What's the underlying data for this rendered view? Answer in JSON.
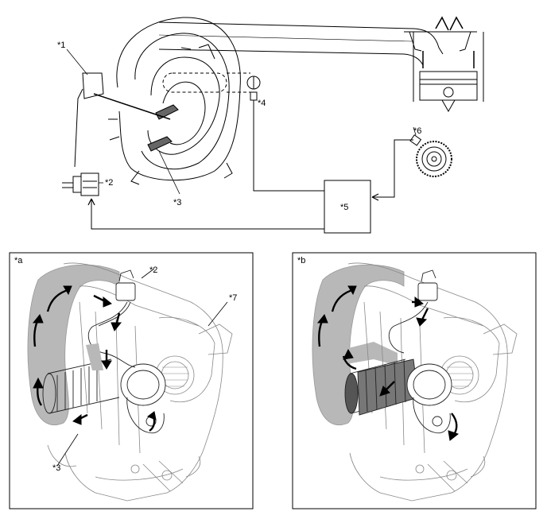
{
  "labels": {
    "c1": "*1",
    "c2": "*2",
    "c3": "*3",
    "c4": "*4",
    "c5": "*5",
    "c6": "*6",
    "c7": "*7"
  },
  "panels": {
    "a": {
      "label": "*a",
      "c2": "*2",
      "c3": "*3",
      "c7": "*7"
    },
    "b": {
      "label": "*b"
    }
  }
}
